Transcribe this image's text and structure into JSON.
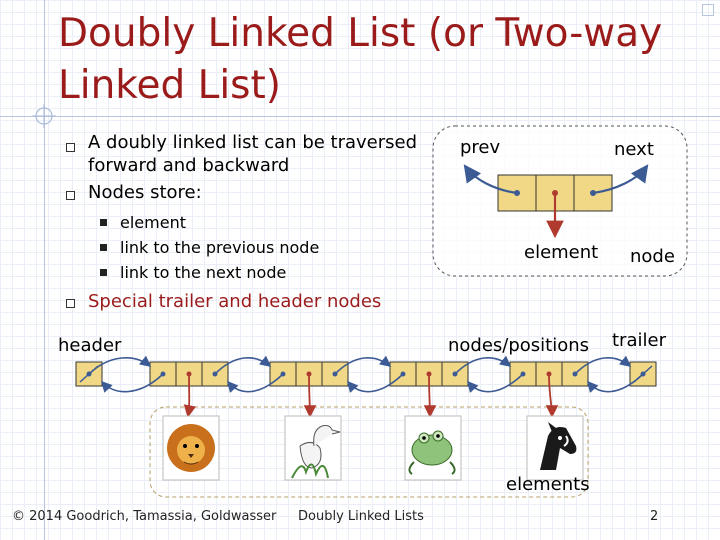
{
  "title": {
    "line1": "Doubly Linked List (or Two-way",
    "line2": "Linked List)"
  },
  "bullets": [
    {
      "line1": "A doubly linked list can be traversed",
      "line2": "forward and backward"
    },
    {
      "line1": "Nodes store:"
    }
  ],
  "sub_bullets": [
    "element",
    "link to the previous node",
    "link to the next node"
  ],
  "bullet3": "Special trailer and header nodes",
  "node_diagram": {
    "prev": "prev",
    "next": "next",
    "element": "element",
    "node": "node"
  },
  "list_diagram": {
    "header": "header",
    "trailer": "trailer",
    "positions": "nodes/positions",
    "elements": "elements"
  },
  "element_icons": [
    "lion-icon",
    "heron-icon",
    "frog-icon",
    "horse-icon"
  ],
  "footer": {
    "copyright": "© 2014 Goodrich, Tamassia, Goldwasser",
    "center": "Doubly Linked Lists",
    "page": "2"
  },
  "colors": {
    "title": "#9b1b1b",
    "node_fill": "#f0d886",
    "pointer": "#3c5a94",
    "element_arrow": "#b03a2e",
    "dashed_box": "#b8a06a"
  }
}
